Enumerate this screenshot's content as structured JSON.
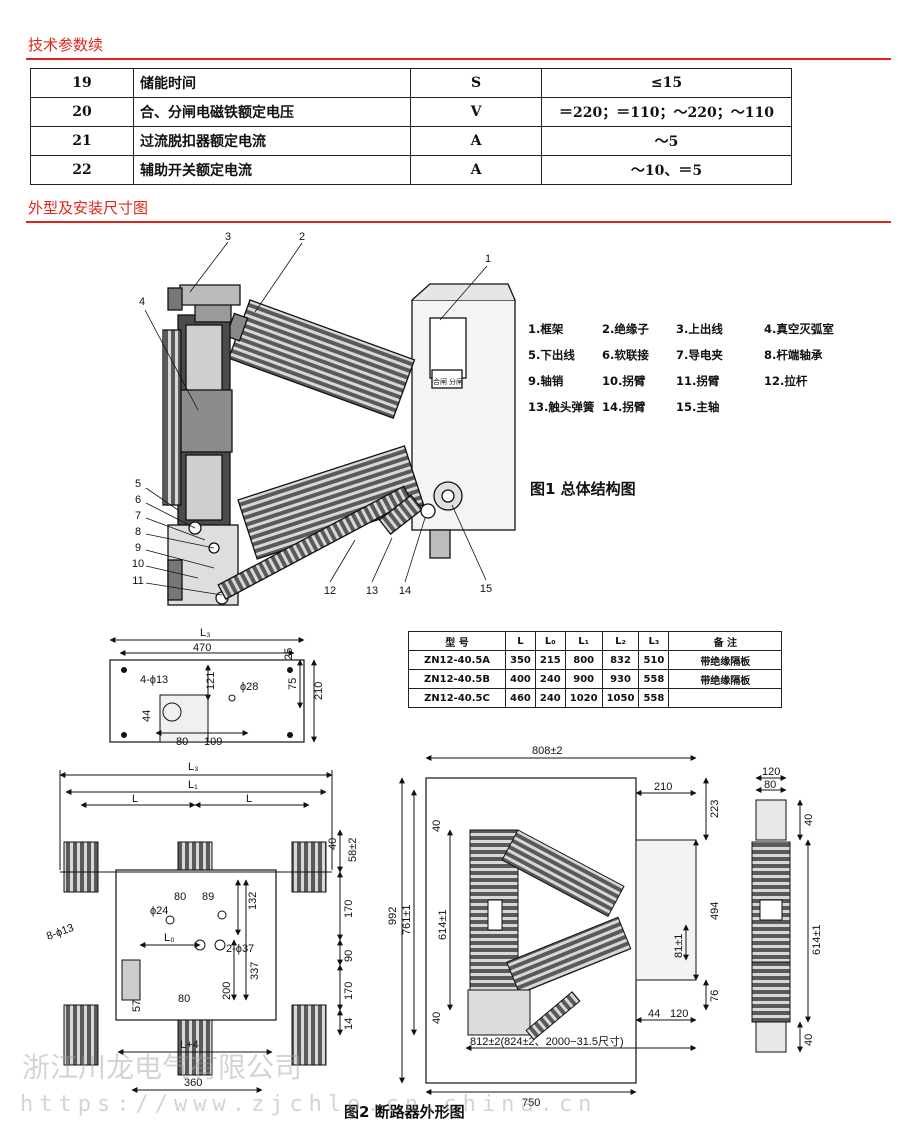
{
  "sections": {
    "params_cont": "技术参数续",
    "dimensions": "外型及安装尺寸图"
  },
  "params_rows": [
    {
      "no": "19",
      "name": "储能时间",
      "unit": "S",
      "value": "≤15"
    },
    {
      "no": "20",
      "name": "合、分闸电磁铁额定电压",
      "unit": "V",
      "value": "＝220；＝110；～220；～110"
    },
    {
      "no": "21",
      "name": "过流脱扣器额定电流",
      "unit": "A",
      "value": "～5"
    },
    {
      "no": "22",
      "name": "辅助开关额定电流",
      "unit": "A",
      "value": "～10、＝5"
    }
  ],
  "figure1": {
    "caption": "图1   总体结构图",
    "legend_rows": [
      [
        "1.框架",
        "2.绝缘子",
        "3.上出线",
        "4.真空灭弧室"
      ],
      [
        "5.下出线",
        "6.软联接",
        "7.导电夹",
        "8.杆端轴承"
      ],
      [
        "9.轴销",
        "10.拐臂",
        "11.拐臂",
        "12.拉杆"
      ],
      [
        "13.触头弹簧",
        "14.拐臂",
        "15.主轴"
      ]
    ],
    "callouts": [
      "1",
      "2",
      "3",
      "4",
      "5",
      "6",
      "7",
      "8",
      "9",
      "10",
      "11",
      "12",
      "13",
      "14",
      "15"
    ],
    "panel_text": "合闸 分闸"
  },
  "models_table": {
    "headers": [
      "型 号",
      "L",
      "L₀",
      "L₁",
      "L₂",
      "L₃",
      "备 注"
    ],
    "rows": [
      [
        "ZN12-40.5A",
        "350",
        "215",
        "800",
        "832",
        "510",
        "带绝缘隔板"
      ],
      [
        "ZN12-40.5B",
        "400",
        "240",
        "900",
        "930",
        "558",
        "带绝缘隔板"
      ],
      [
        "ZN12-40.5C",
        "460",
        "240",
        "1020",
        "1050",
        "558",
        ""
      ]
    ]
  },
  "plan_view": {
    "L3": "L₃",
    "d470": "470",
    "hole4": "4-ϕ13",
    "d121": "121",
    "d28": "ϕ28",
    "d25": "25",
    "d75": "75",
    "d210": "210",
    "d44": "44",
    "d80": "80",
    "d109": "109"
  },
  "front_view": {
    "L3": "L₃",
    "L1": "L₁",
    "L": "L",
    "hole8": "8-ϕ13",
    "d80a": "80",
    "d89": "89",
    "d24": "ϕ24",
    "d132": "132",
    "L0": "L₀",
    "hole2": "2-ϕ37",
    "d200": "200",
    "d337": "337",
    "d80b": "80",
    "d57": "57",
    "Lplus4": "L+4",
    "d360": "360",
    "d40": "40",
    "d58": "58±2",
    "d170a": "170",
    "d90": "90",
    "d170b": "170",
    "d14": "14"
  },
  "side_view": {
    "d808": "808±2",
    "d210": "210",
    "d223": "223",
    "d992": "992",
    "d761": "761±1",
    "d614": "614±1",
    "d40a": "40",
    "d40b": "40",
    "d494": "494",
    "d81": "81±1",
    "d76": "76",
    "d44": "44",
    "d120": "120",
    "d812": "812±2(824±2、2000−31.5尺寸)",
    "d750": "750"
  },
  "end_view": {
    "d120": "120",
    "d80": "80",
    "d40a": "40",
    "d614": "614±1",
    "d40b": "40"
  },
  "figure2_caption": "图2  断路器外形图",
  "watermark": {
    "company": "浙江川龙电气有限公司",
    "url": "https://www.zjchlo.cn.china.cn"
  }
}
